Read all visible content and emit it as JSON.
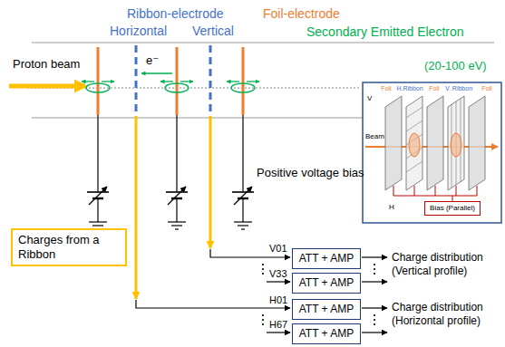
{
  "diagram": {
    "nodes": [
      {
        "text": [
          "Charges from a Ribbon"
        ]
      },
      {
        "text": [
          "ATT + AMP"
        ]
      },
      {
        "text": [
          "ATT + AMP"
        ]
      },
      {
        "text": [
          "ATT + AMP"
        ]
      },
      {
        "text": [
          "ATT + AMP"
        ]
      },
      {
        "text": [
          "Bias (Parallel)"
        ]
      }
    ],
    "labels": [
      "Ribbon-electrode",
      "Horizontal",
      "Vertical",
      "Foil-electrode",
      "Secondary Emitted Electron",
      "(20-100 eV)",
      "Proton beam",
      "e⁻",
      "Positive voltage bias",
      "V01",
      "V33",
      "H01",
      "H67",
      "Charge distribution (Vertical profile)",
      "Charge distribution (Horizontal profile)",
      "Foil",
      "H.Ribbon",
      "Foil",
      "V. Ribbon",
      "Foil",
      "V",
      "H",
      "Beam"
    ]
  }
}
